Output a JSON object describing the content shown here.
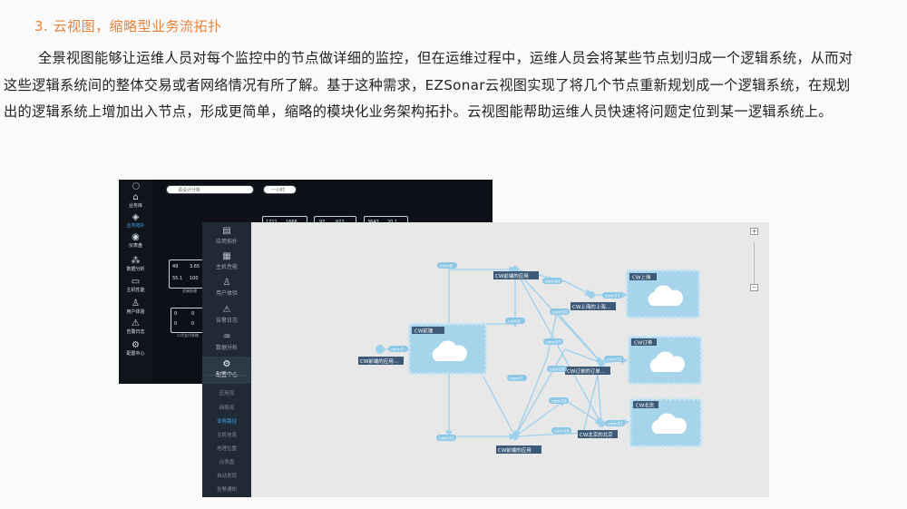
{
  "heading": "3. 云视图，缩略型业务流拓扑",
  "paragraph": "全景视图能够让运维人员对每个监控中的节点做详细的监控，但在运维过程中，运维人员会将某些节点划归成一个逻辑系统，从而对这些逻辑系统间的整体交易或者网络情况有所了解。基于这种需求，EZSonar云视图实现了将几个节点重新规划成一个逻辑系统，在规划出的逻辑系统上增加出入节点，形成更简单，缩略的模块化业务架构拓扑。云视图能帮助运维人员快速将问题定位到某一逻辑系统上。",
  "dark_screen": {
    "nav": [
      {
        "icon": "home-icon",
        "glyph": "⌂",
        "label": "业务库"
      },
      {
        "icon": "topology-icon",
        "glyph": "◈",
        "label": "业务拓扑"
      },
      {
        "icon": "dashboard-icon",
        "glyph": "◉",
        "label": "仪表盘"
      },
      {
        "icon": "analysis-icon",
        "glyph": "⁂",
        "label": "数据分析"
      },
      {
        "icon": "monitor-icon",
        "glyph": "▭",
        "label": "主机性能"
      },
      {
        "icon": "user-icon",
        "glyph": "♙",
        "label": "用户体验"
      },
      {
        "icon": "warning-icon",
        "glyph": "⚠",
        "label": "告警日志"
      },
      {
        "icon": "settings-icon",
        "glyph": "⚙",
        "label": "配置中心"
      }
    ],
    "search_placeholder": "请设计分析",
    "select_value": "一小时",
    "metrics_top": [
      {
        "a": "1711",
        "b": "1666"
      },
      {
        "a": "97",
        "b": "922"
      },
      {
        "a": "3643",
        "b": "20.1"
      }
    ],
    "metric_left": {
      "r1a": "49",
      "r1b": "3.65",
      "r2a": "55.1",
      "r2b": "100",
      "caption": "交易处理"
    },
    "metric_bottom": {
      "r1a": "0",
      "r1b": "0",
      "r2a": "0",
      "r2b": "0",
      "caption": "二代支付系统"
    }
  },
  "topo_screen": {
    "side_items": [
      {
        "icon": "app-icon",
        "glyph": "▤",
        "label": "应用拓扑"
      },
      {
        "icon": "host-icon",
        "glyph": "▦",
        "label": "主机性能"
      },
      {
        "icon": "user-icon",
        "glyph": "♙",
        "label": "用户体验"
      },
      {
        "icon": "warning-icon",
        "glyph": "⚠",
        "label": "告警日志"
      },
      {
        "icon": "analysis-icon",
        "glyph": "♒",
        "label": "数据分析"
      },
      {
        "icon": "settings-icon",
        "glyph": "⚙",
        "label": "配置中心"
      }
    ],
    "side_sub_items": [
      {
        "label": "应用流",
        "active": false
      },
      {
        "label": "网络流",
        "active": false
      },
      {
        "label": "业务路径",
        "active": true
      },
      {
        "label": "主机信息",
        "active": false
      },
      {
        "label": "地理位置",
        "active": false
      },
      {
        "label": "仪表盘",
        "active": false
      },
      {
        "label": "自动发现",
        "active": false
      },
      {
        "label": "告警通知",
        "active": false
      }
    ],
    "zoom_in": "+",
    "zoom_out": "−",
    "clouds": [
      {
        "id": "c-front",
        "label": "CW前端"
      },
      {
        "id": "c-sh",
        "label": "CW上海"
      },
      {
        "id": "c-cd",
        "label": "CW订单"
      },
      {
        "id": "c-bj",
        "label": "CW北京"
      }
    ],
    "nodes": [
      {
        "id": "n-front-app",
        "label": "CW前端的应用"
      },
      {
        "id": "n-sh-in",
        "label": "CW上海的上海..."
      },
      {
        "id": "n-front-out",
        "label": "CW前端的应用..."
      },
      {
        "id": "n-cd",
        "label": "CW订单的订单..."
      },
      {
        "id": "n-bj",
        "label": "CW北京的北京"
      },
      {
        "id": "n-front-app2",
        "label": "CW前端的应用"
      }
    ],
    "conns": [
      "conn8",
      "conn14",
      "conn11",
      "conn10",
      "conn2",
      "conn1",
      "conn17",
      "conn12",
      "conn7",
      "conn18",
      "conn13",
      "conn19",
      "conn16",
      "conn15"
    ]
  },
  "colors": {
    "accent": "#e8833a",
    "cloud": "#a6d4ea",
    "line": "#9fd0ec",
    "node": "#3d5b78"
  }
}
